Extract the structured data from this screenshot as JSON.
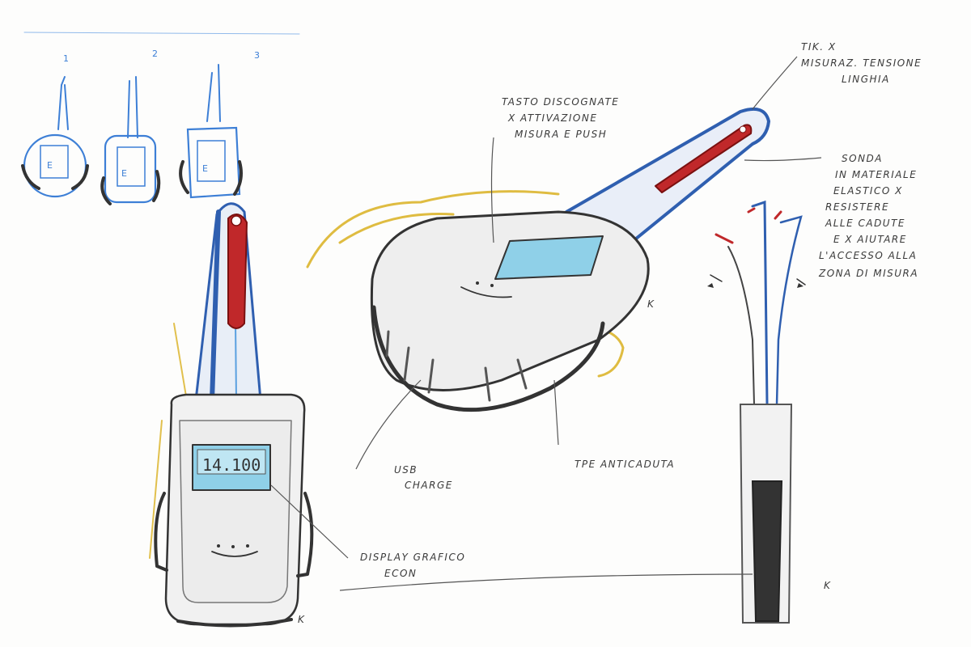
{
  "colors": {
    "pencil": "#4a4a4a",
    "blue": "#2f5fb0",
    "light_blue": "#5aa0e0",
    "red": "#c0282a",
    "yellow": "#d9b020",
    "screen": "#8fd0e8",
    "paper": "#fdfdfc"
  },
  "thumbnails": {
    "numbers": [
      "1",
      "2",
      "3"
    ],
    "letter": "E"
  },
  "device": {
    "display_text": "14.100"
  },
  "annotations": {
    "tasto": [
      "TASTO DISCOGNATE",
      "X ATTIVAZIONE",
      "MISURA E PUSH"
    ],
    "tik": [
      "TIK. X",
      "MISURAZ. TENSIONE",
      "LINGHIA"
    ],
    "sonda": [
      "SONDA",
      "IN MATERIALE",
      "ELASTICO X",
      "RESISTERE",
      "ALLE CADUTE",
      "E X AIUTARE",
      "L'ACCESSO ALLA",
      "ZONA DI MISURA"
    ],
    "usb": [
      "USB",
      "CHARGE"
    ],
    "tpe": "TPE ANTICADUTA",
    "display": [
      "DISPLAY GRAFICO",
      "ECON"
    ],
    "signature": "K"
  },
  "icons": [
    "pencil-sketch-icon",
    "arrow-curved-icon"
  ]
}
